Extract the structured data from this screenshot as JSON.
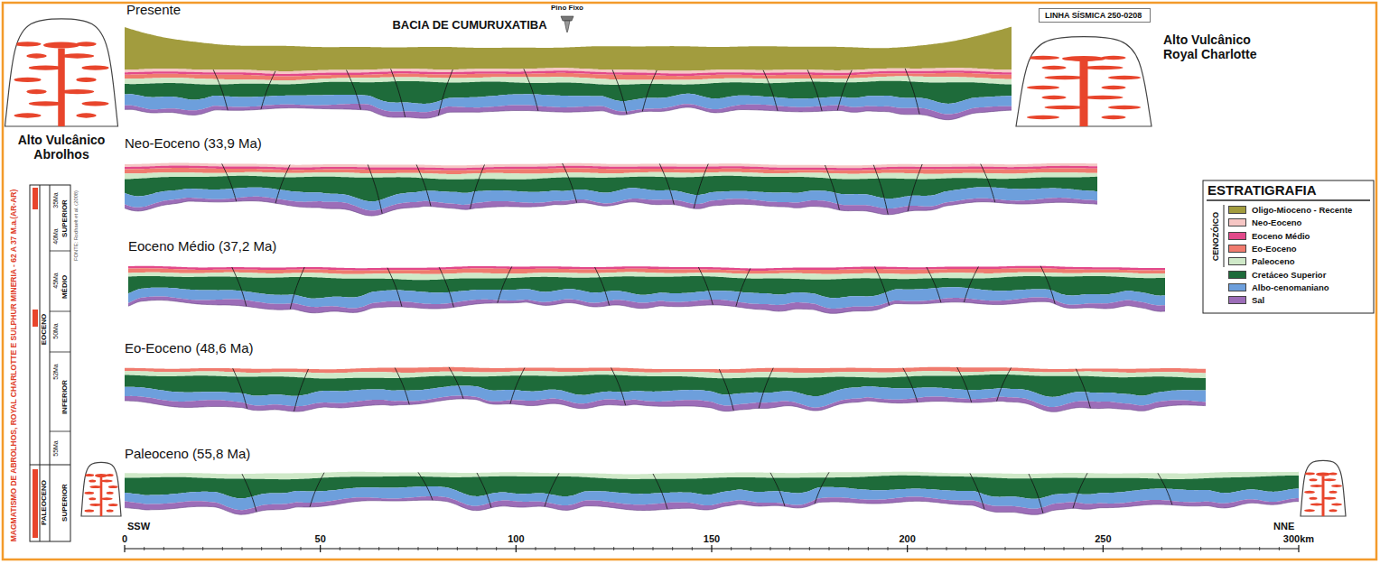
{
  "diagram": {
    "title": "BACIA DE CUMURUXATIBA",
    "nodes": [
      {
        "text": [
          "LINHA SÍSMICA 250-0208"
        ]
      }
    ],
    "labels": [
      "Presente",
      "Pino Fixo",
      "Alto Vulcânico Royal Charlotte",
      "Alto Vulcânico Abrolhos",
      "Neo-Eoceno (33,9 Ma)",
      "Eoceno Médio (37,2 Ma)",
      "Eo-Eoceno (48,6 Ma)",
      "Paleoceno (55,8 Ma)",
      "SSW",
      "NNE",
      "0",
      "50",
      "100",
      "150",
      "200",
      "250",
      "300km",
      "ESTRATIGRAFIA",
      "CENOZÓICO",
      "MAGMATISMO DE ABROLHOS, ROYAL CHARLOTTE E SULPHUR MINERIA - 62 A 37 M.a.(AR-AR)",
      "FONTE: Rodhaelt et al. (2008)",
      "PALEOCENO",
      "SUPERIOR",
      "55Ma",
      "EOCENO",
      "INFERIOR",
      "52Ma",
      "50Ma",
      "MÉDIO",
      "45Ma",
      "40Ma",
      "SUPERIOR",
      "35Ma"
    ],
    "legend": [
      {
        "text": "Oligo-Mioceno - Recente",
        "color": "#a29c3e"
      },
      {
        "text": "Neo-Eoceno",
        "color": "#f6c6c4"
      },
      {
        "text": "Eoceno Médio",
        "color": "#e2498a"
      },
      {
        "text": "Eo-Eoceno",
        "color": "#f07b6e"
      },
      {
        "text": "Paleoceno",
        "color": "#cfe9c8"
      },
      {
        "text": "Cretáceo Superior",
        "color": "#1e6b3a"
      },
      {
        "text": "Albo-cenomaniano",
        "color": "#6d9fdc"
      },
      {
        "text": "Sal",
        "color": "#9c6db8"
      }
    ]
  }
}
